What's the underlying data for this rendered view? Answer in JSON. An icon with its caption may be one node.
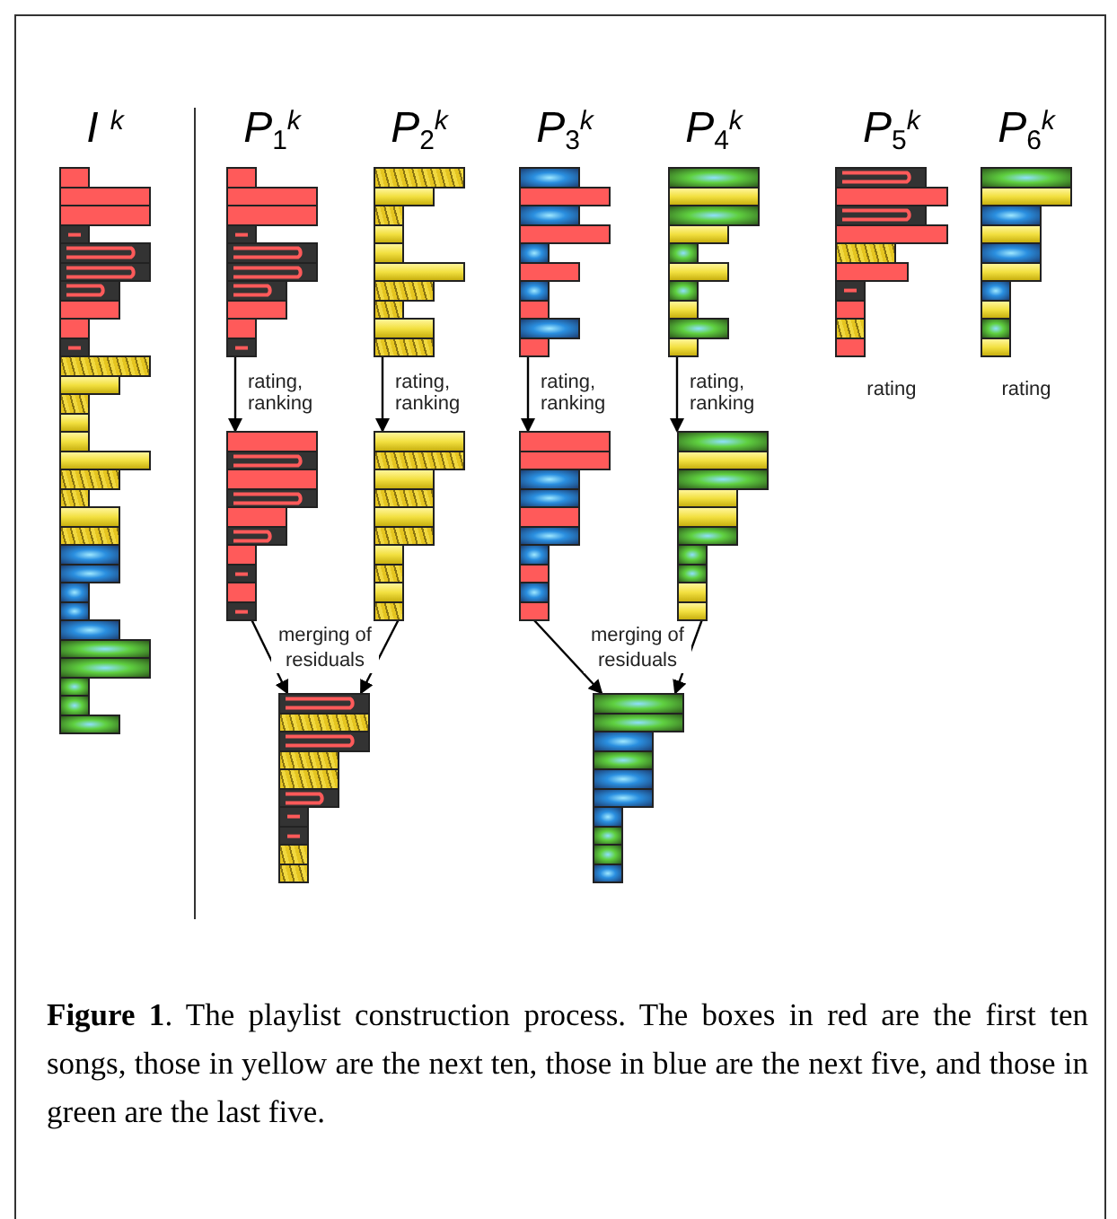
{
  "diagram": {
    "caption": "**Figure 1**. The playlist construction process. The boxes in red are the first ten songs, those in yellow are the next ten, those in blue are the next five, and those in green are the last five.",
    "nodes": [
      {
        "text": [
          "*I* $^{k}$"
        ]
      },
      {
        "text": [
          "*P*$_{1}$$^{k}$"
        ]
      },
      {
        "text": [
          "*P*$_{2}$$^{k}$"
        ]
      },
      {
        "text": [
          "*P*$_{3}$$^{k}$"
        ]
      },
      {
        "text": [
          "*P*$_{4}$$^{k}$"
        ]
      },
      {
        "text": [
          "*P*$_{5}$$^{k}$"
        ],
        "beside": [
          "rating"
        ]
      },
      {
        "text": [
          "*P*$_{6}$$^{k}$"
        ],
        "beside": [
          "rating"
        ]
      },
      {
        "text": [],
        "shape": "bar"
      },
      {
        "text": [],
        "shape": "bar"
      },
      {
        "text": [],
        "shape": "bar"
      },
      {
        "text": [],
        "shape": "bar"
      },
      {
        "text": [],
        "shape": "bar"
      },
      {
        "text": [],
        "shape": "bar"
      }
    ],
    "edges": [
      {
        "from": 1,
        "to": 7,
        "arrow": "to",
        "label": "rating, ranking"
      },
      {
        "from": 2,
        "to": 8,
        "arrow": "to",
        "label": "rating, ranking"
      },
      {
        "from": 3,
        "to": 9,
        "arrow": "to",
        "label": "rating, ranking"
      },
      {
        "from": 4,
        "to": 10,
        "arrow": "to",
        "label": "rating, ranking"
      },
      {
        "from": 7,
        "to": 11,
        "arrow": "to"
      },
      {
        "from": 8,
        "to": 11,
        "arrow": "to"
      },
      {
        "from": 9,
        "to": 12,
        "arrow": "to"
      },
      {
        "from": 10,
        "to": 12,
        "arrow": "to"
      }
    ],
    "labels": [
      "merging of residuals",
      "merging of residuals"
    ]
  }
}
